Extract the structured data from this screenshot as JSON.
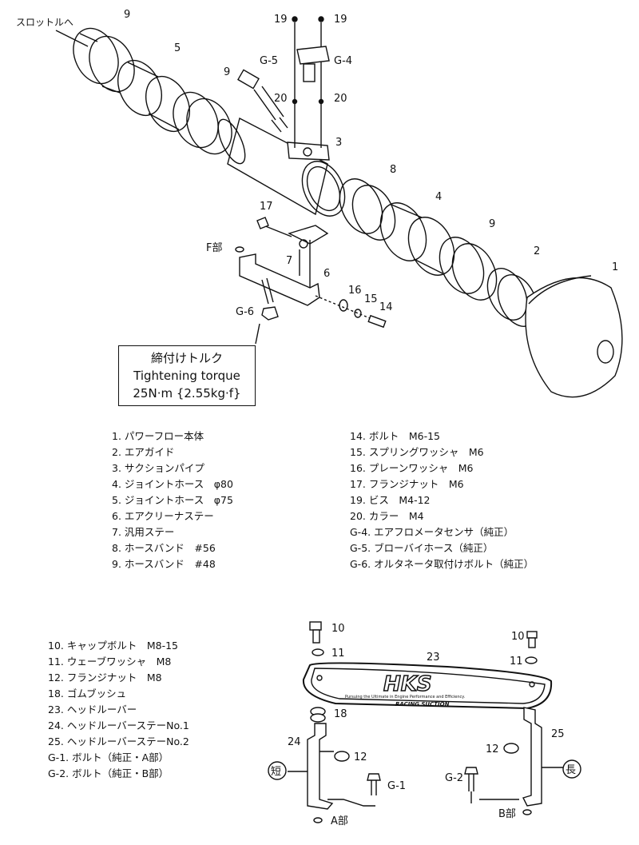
{
  "labels": {
    "throttle": "スロットルへ",
    "n9a": "9",
    "n5": "5",
    "n9b": "9",
    "n19a": "19",
    "n19b": "19",
    "g5": "G-5",
    "g4": "G-4",
    "n20a": "20",
    "n20b": "20",
    "n3": "3",
    "n8": "8",
    "n4": "4",
    "n9c": "9",
    "n2": "2",
    "n1": "1",
    "n17": "17",
    "n7": "7",
    "fbu": "F部",
    "n6": "6",
    "n16": "16",
    "n15": "15",
    "n14": "14",
    "g6": "G-6",
    "n10a": "10",
    "n10b": "10",
    "n11a": "11",
    "n11b": "11",
    "n23": "23",
    "n18": "18",
    "n24": "24",
    "n25": "25",
    "n12a": "12",
    "n12b": "12",
    "g1": "G-1",
    "g2": "G-2",
    "short": "短",
    "long": "長",
    "abu": "A部",
    "bbu": "B部",
    "hks_logo": "HKS",
    "hks_slogan": "Pursuing the Ultimate in Engine Performance and Efficiency.",
    "racing_suction": "RACING SUCTION"
  },
  "torque": {
    "line1": "締付けトルク",
    "line2": "Tightening torque",
    "line3": "25N·m {2.55kg·f}"
  },
  "parts_left": [
    "1. パワーフロー本体",
    "2. エアガイド",
    "3. サクションパイプ",
    "4. ジョイントホース　φ80",
    "5. ジョイントホース　φ75",
    "6. エアクリーナステー",
    "7. 汎用ステー",
    "8. ホースバンド　#56",
    "9. ホースバンド　#48"
  ],
  "parts_right": [
    "14. ボルト　M6-15",
    "15. スプリングワッシャ　M6",
    "16. プレーンワッシャ　M6",
    "17. フランジナット　M6",
    "19. ビス　M4-12",
    "20. カラー　M4",
    "G-4. エアフロメータセンサ（純正）",
    "G-5. ブローバイホース（純正）",
    "G-6. オルタネータ取付けボルト（純正）"
  ],
  "parts_bottom": [
    "10. キャップボルト　M8-15",
    "11. ウェーブワッシャ　M8",
    "12. フランジナット　M8",
    "18. ゴムブッシュ",
    "23. ヘッドルーバー",
    "24. ヘッドルーバーステーNo.1",
    "25. ヘッドルーバーステーNo.2",
    "G-1. ボルト（純正・A部）",
    "G-2. ボルト（純正・B部）"
  ]
}
